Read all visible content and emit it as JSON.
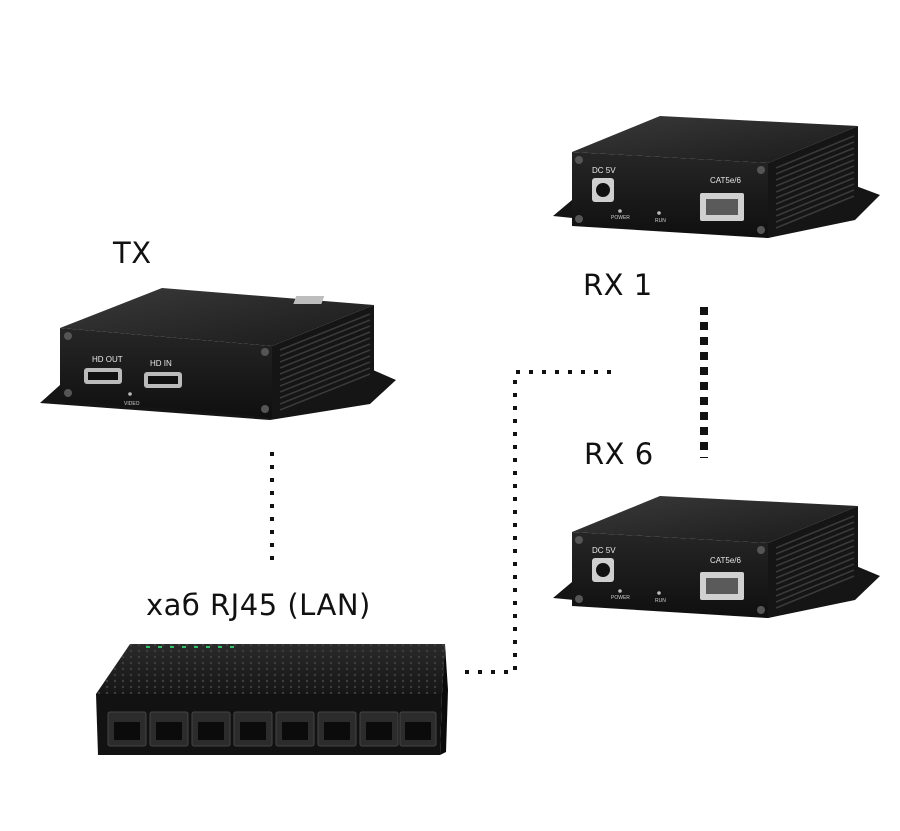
{
  "labels": {
    "tx": "TX",
    "rx1": "RX 1",
    "rx6": "RX 6",
    "hub": "хаб RJ45 (LAN)"
  },
  "tx_device": {
    "hd_out": "HD OUT",
    "hd_in": "HD IN",
    "video": "VIDEO"
  },
  "rx_device": {
    "dc": "DC 5V",
    "power": "POWER",
    "run": "RUN",
    "cat": "CAT5e/6"
  },
  "colors": {
    "device_body": "#1b1b1b",
    "device_face": "#141414",
    "hub_led": "#33c26a",
    "line": "#111111"
  }
}
